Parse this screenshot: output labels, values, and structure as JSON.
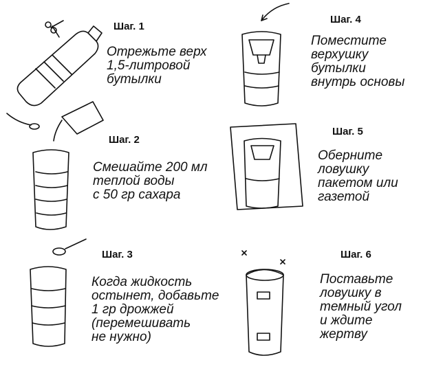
{
  "steps": [
    {
      "title": "Шаг. 1",
      "lines": [
        "Отрежьте верх",
        "1,5-литровой",
        "бутылки"
      ]
    },
    {
      "title": "Шаг. 2",
      "lines": [
        "Смешайте 200 мл",
        "теплой воды",
        "с 50 гр сахара"
      ]
    },
    {
      "title": "Шаг. 3",
      "lines": [
        "Когда жидкость",
        "остынет, добавьте",
        "1 гр дрожжей",
        "(перемешивать",
        "не нужно)"
      ]
    },
    {
      "title": "Шаг. 4",
      "lines": [
        "Поместите",
        "верхушку",
        "бутылки",
        "внутрь основы"
      ]
    },
    {
      "title": "Шаг. 5",
      "lines": [
        "Оберните",
        "ловушку",
        "пакетом или",
        "газетой"
      ]
    },
    {
      "title": "Шаг. 6",
      "lines": [
        "Поставьте",
        "ловушку в",
        "темный угол",
        "и ждите",
        "жертву"
      ]
    }
  ]
}
